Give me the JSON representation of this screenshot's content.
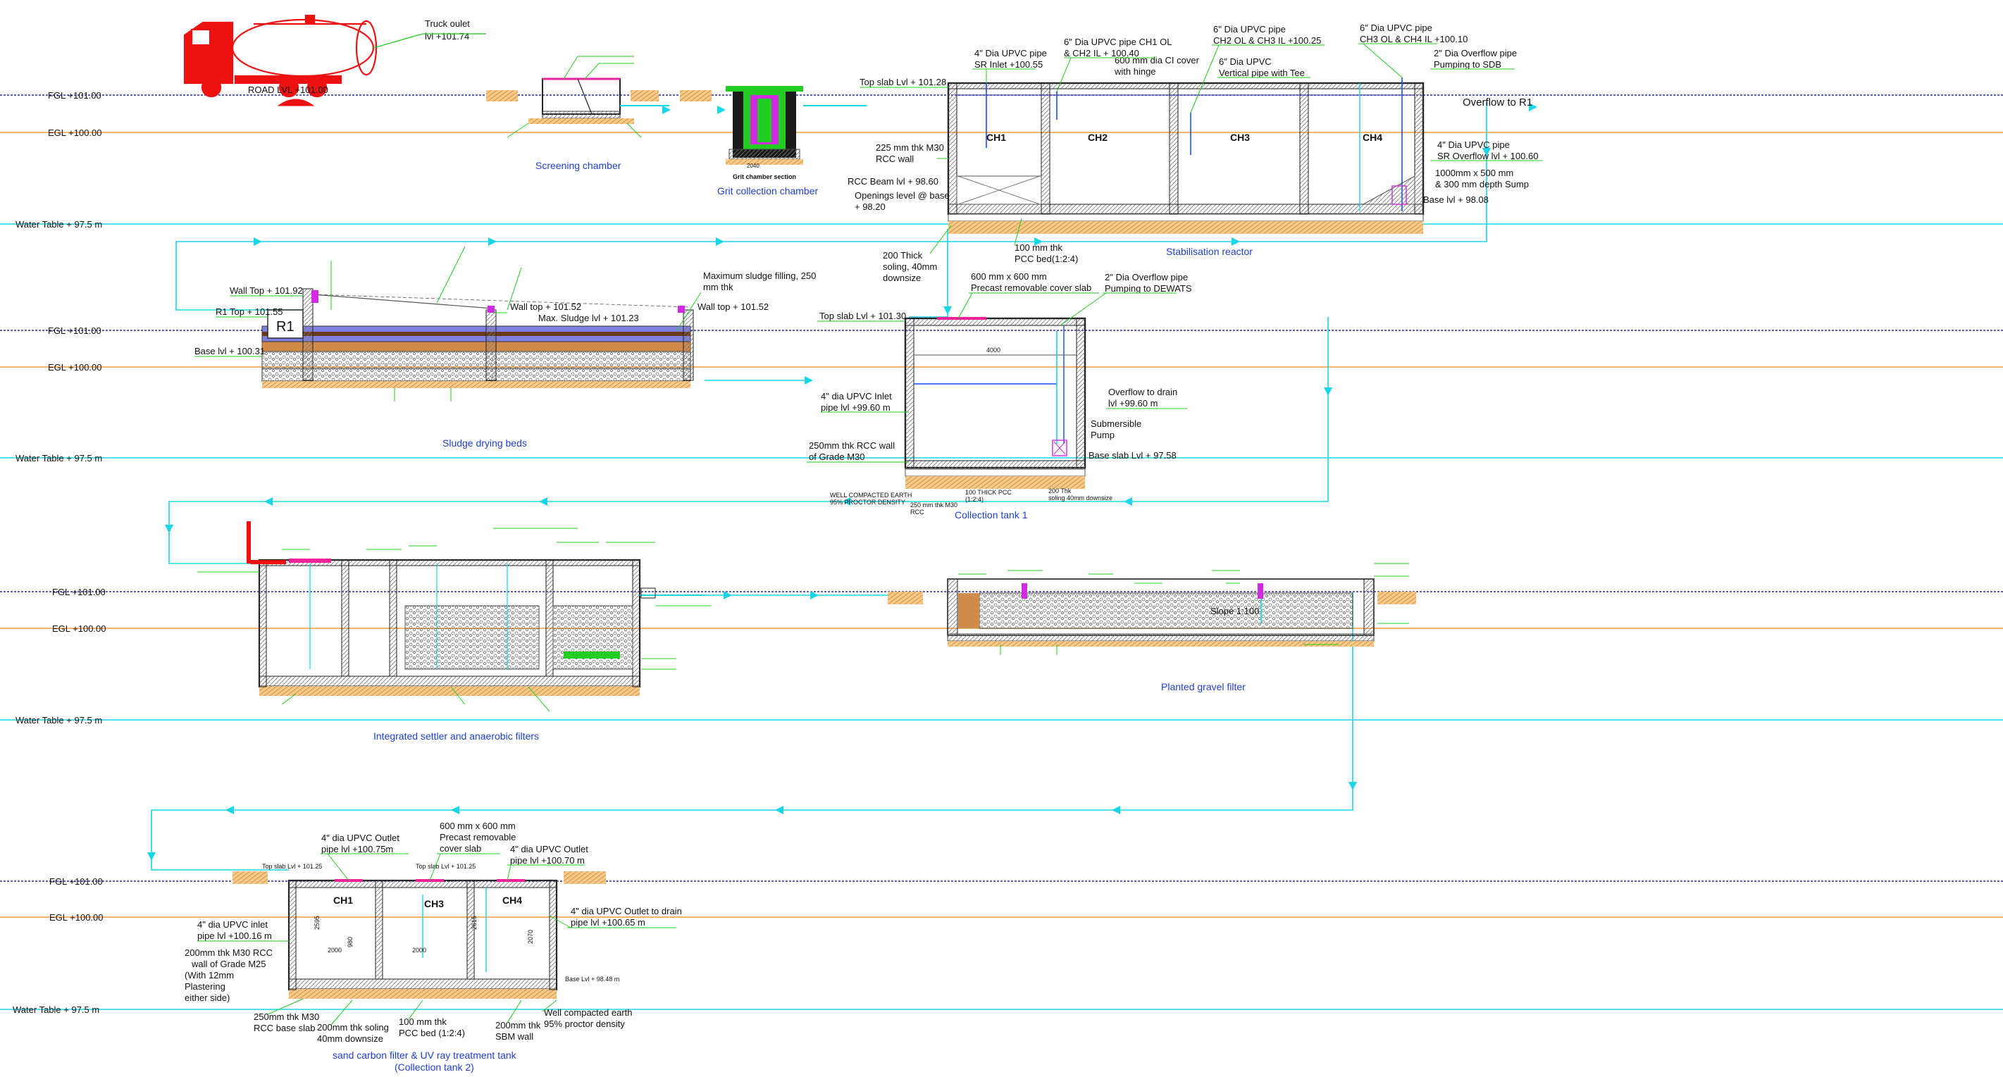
{
  "truck": {
    "outlet": "Truck oulet",
    "outlet_lvl": "lvl +101.74",
    "road": "ROAD LVL +101.00"
  },
  "levels": {
    "fgl": "FGL +101.00",
    "egl": "EGL +100.00",
    "water": "Water Table + 97.5 m"
  },
  "colors": {
    "accent_blue": "#1f3fd0",
    "cyan": "#18d6e6",
    "fgl_line": "#2a2a9a",
    "egl_line": "#f29a3a",
    "green": "#22cc22",
    "truck": "#ee1111"
  },
  "screening": {
    "caption": "Screening chamber"
  },
  "grit": {
    "caption": "Grit collection chamber",
    "section": "Grit chamber section",
    "dim": "2040"
  },
  "stab": {
    "caption": "Stabilisation reactor",
    "ch": [
      "CH1",
      "CH2",
      "CH3",
      "CH4"
    ],
    "top_slab": "Top slab Lvl + 101.28",
    "inlet_a": "4\" Dia UPVC pipe",
    "inlet_b": "SR Inlet +100.55",
    "p1_a": "6\" Dia UPVC pipe CH1 OL",
    "p1_b": "& CH2 IL + 100.40",
    "cover_a": "600 mm dia CI cover",
    "cover_b": "with hinge",
    "p2_a": "6\" Dia UPVC pipe",
    "p2_b": "CH2 OL & CH3 IL +100.25",
    "vert_a": "6\" Dia UPVC",
    "vert_b": "Vertical pipe with Tee",
    "p3_a": "6\" Dia UPVC pipe",
    "p3_b": "CH3 OL & CH4 IL +100.10",
    "ovf_a": "2\" Dia Overflow pipe",
    "ovf_b": "Pumping to SDB",
    "overflow_r1": "Overflow to R1",
    "sro_a": "4\" Dia UPVC pipe",
    "sro_b": "SR Overflow lvl + 100.60",
    "sump_a": "1000mm x 500 mm",
    "sump_b": "& 300 mm depth Sump",
    "base": "Base lvl + 98.08",
    "wall_a": "225 mm thk M30",
    "wall_b": "RCC wall",
    "beam": "RCC Beam lvl + 98.60",
    "open_a": "Openings level @ base",
    "open_b": "+ 98.20",
    "soling_a": "200 Thick",
    "soling_b": "soling, 40mm",
    "soling_c": "downsize",
    "pcc_a": "100 mm thk",
    "pcc_b": "PCC bed(1:2:4)"
  },
  "sdb": {
    "caption": "Sludge drying beds",
    "r1": "R1",
    "wall_top1": "Wall Top + 101.92",
    "r1_top": "R1 Top + 101.55",
    "base": "Base lvl + 100.31",
    "wall_top2": "Wall top + 101.52",
    "max_sludge": "Max. Sludge lvl + 101.23",
    "wall_top3": "Wall top + 101.52",
    "fill_a": "Maximum sludge filling, 250",
    "fill_b": "mm thk"
  },
  "ct1": {
    "caption": "Collection tank 1",
    "top_slab": "Top slab Lvl + 101.30",
    "cover_a": "600 mm x 600 mm",
    "cover_b": "Precast removable cover slab",
    "ovf_a": "2\" Dia Overflow pipe",
    "ovf_b": "Pumping to DEWATS",
    "inlet_a": "4\" dia UPVC Inlet",
    "inlet_b": "pipe lvl +99.60 m",
    "drain_a": "Overflow to drain",
    "drain_b": "lvl +99.60 m",
    "pump_a": "Submersible",
    "pump_b": "Pump",
    "wall_a": "250mm thk RCC wall",
    "wall_b": "of Grade M30",
    "base": "Base slab Lvl + 97.58",
    "earth_a": "WELL COMPACTED EARTH",
    "earth_b": "95% PROCTOR DENSITY",
    "pcc_a": "100 THICK PCC",
    "pcc_b": "(1:2:4)",
    "rcc_a": "250 mm thk M30",
    "rcc_b": "RCC",
    "soling_a": "200 Thk",
    "soling_b": "soling 40mm downsize",
    "dim": "4000"
  },
  "isaf": {
    "caption": "Integrated settler and anaerobic filters"
  },
  "pgf": {
    "caption": "Planted gravel filter",
    "slope": "Slope 1:100"
  },
  "sand": {
    "caption_a": "sand carbon filter & UV ray treatment tank",
    "caption_b": "(Collection tank 2)",
    "ch": [
      "CH1",
      "CH3",
      "CH4"
    ],
    "top1": "Top slab Lvl + 101.25",
    "top2": "Top slab Lvl + 101.25",
    "o1_a": "4\" dia UPVC Outlet",
    "o1_b": "pipe lvl +100.75m",
    "cover_a": "600 mm x 600 mm",
    "cover_b": "Precast removable",
    "cover_c": "cover slab",
    "o2_a": "4\" dia UPVC Outlet",
    "o2_b": "pipe lvl +100.70 m",
    "o3_a": "4\" dia UPVC Outlet to drain",
    "o3_b": "pipe lvl +100.65 m",
    "in_a": "4\" dia UPVC inlet",
    "in_b": "pipe lvl +100.16 m",
    "wall_a": "200mm thk M30 RCC",
    "wall_b": "wall of Grade M25",
    "wall_c": "(With 12mm",
    "wall_d": "Plastering",
    "wall_e": "either side)",
    "base": "Base Lvl + 98.48 m",
    "bs_a": "250mm thk M30",
    "bs_b": "RCC base slab",
    "sol_a": "200mm thk soling",
    "sol_b": "40mm downsize",
    "pcc_a": "100 mm thk",
    "pcc_b": "PCC bed (1:2:4)",
    "sbm_a": "200mm thk",
    "sbm_b": "SBM wall",
    "earth_a": "Well compacted earth",
    "earth_b": "95% proctor density",
    "dims": [
      "2000",
      "2000",
      "2595",
      "2615",
      "2070",
      "980"
    ]
  }
}
